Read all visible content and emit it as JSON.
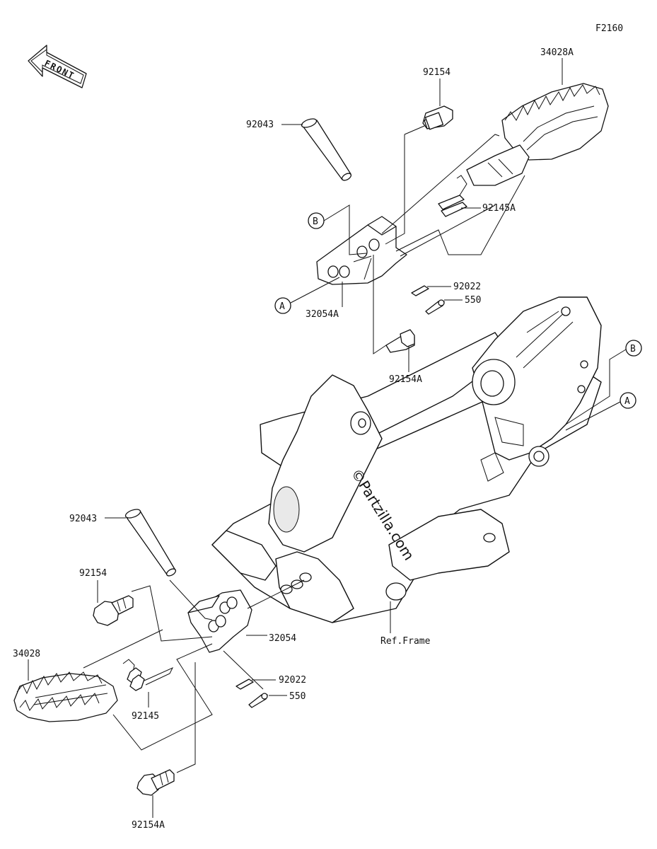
{
  "diagram_code": "F2160",
  "front_label": "FRONT",
  "watermark": "©Partzilla.com",
  "ref_label": "Ref.Frame",
  "callouts": {
    "a": "A",
    "b": "B"
  },
  "parts": {
    "p34028A": "34028A",
    "p92154_upper": "92154",
    "p92043_upper": "92043",
    "p92145A": "92145A",
    "p92022_upper": "92022",
    "p550_upper": "550",
    "p32054A": "32054A",
    "p92154A_upper": "92154A",
    "p92043_lower": "92043",
    "p92154_lower": "92154",
    "p34028": "34028",
    "p32054": "32054",
    "p92022_lower": "92022",
    "p550_lower": "550",
    "p92145": "92145",
    "p92154A_lower": "92154A"
  }
}
